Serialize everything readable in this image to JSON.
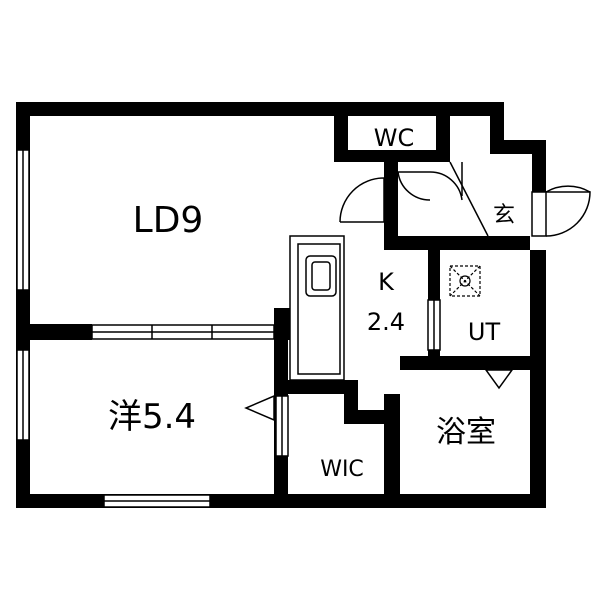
{
  "floorplan": {
    "rooms": {
      "ld": "LD9",
      "western": "洋5.4",
      "kitchen_k": "K",
      "kitchen_size": "2.4",
      "wc": "WC",
      "entrance": "玄",
      "utility": "UT",
      "bath": "浴室",
      "wic": "WIC"
    },
    "colors": {
      "wall": "#000000",
      "background": "#ffffff",
      "fixture_stroke": "#000000"
    },
    "icons": [
      "door-swing-icon",
      "window-icon",
      "sink-icon",
      "washer-pan-icon",
      "arrow-marker-icon"
    ]
  }
}
